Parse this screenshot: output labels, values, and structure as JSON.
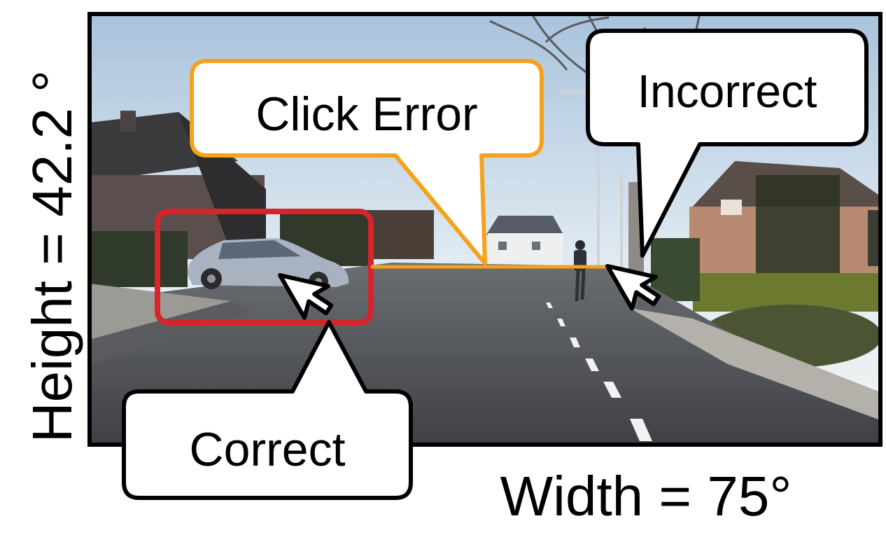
{
  "labels": {
    "height": "Height = 42.2 °",
    "width": "Width = 75°",
    "click_error": "Click Error",
    "incorrect": "Incorrect",
    "correct": "Correct"
  },
  "colors": {
    "correct_box": "#d8232a",
    "click_error": "#f5a21a",
    "frame": "#000000",
    "callout_fill": "#ffffff",
    "sky": "#dfe9f2",
    "road": "#4a4c51"
  },
  "icons": {
    "cursor": "mouse-pointer-icon"
  }
}
